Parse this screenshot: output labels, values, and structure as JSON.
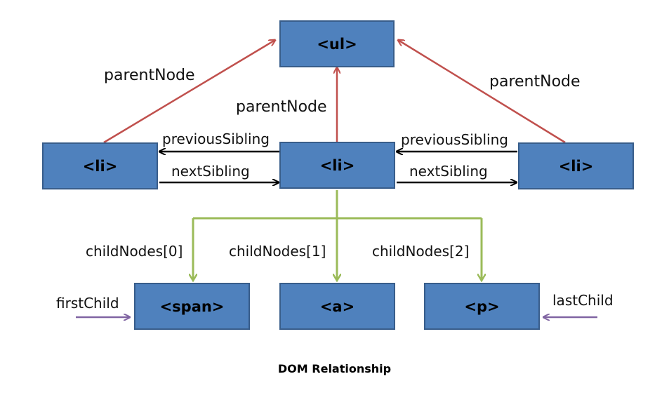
{
  "diagram": {
    "caption": "DOM Relationship",
    "nodes": {
      "ul": "<ul>",
      "li_left": "<li>",
      "li_center": "<li>",
      "li_right": "<li>",
      "span": "<span>",
      "a": "<a>",
      "p": "<p>"
    },
    "labels": {
      "parent_left": "parentNode",
      "parent_center": "parentNode",
      "parent_right": "parentNode",
      "prev_left": "previousSibling",
      "next_left": "nextSibling",
      "prev_right": "previousSibling",
      "next_right": "nextSibling",
      "child0": "childNodes[0]",
      "child1": "childNodes[1]",
      "child2": "childNodes[2]",
      "first_child": "firstChild",
      "last_child": "lastChild"
    },
    "colors": {
      "node_fill": "#4f81bd",
      "node_border": "#385d8a",
      "parent_arrow": "#c0504d",
      "sibling_arrow": "#000000",
      "child_arrow": "#9bbb59",
      "first_last_arrow": "#8064a2"
    }
  }
}
